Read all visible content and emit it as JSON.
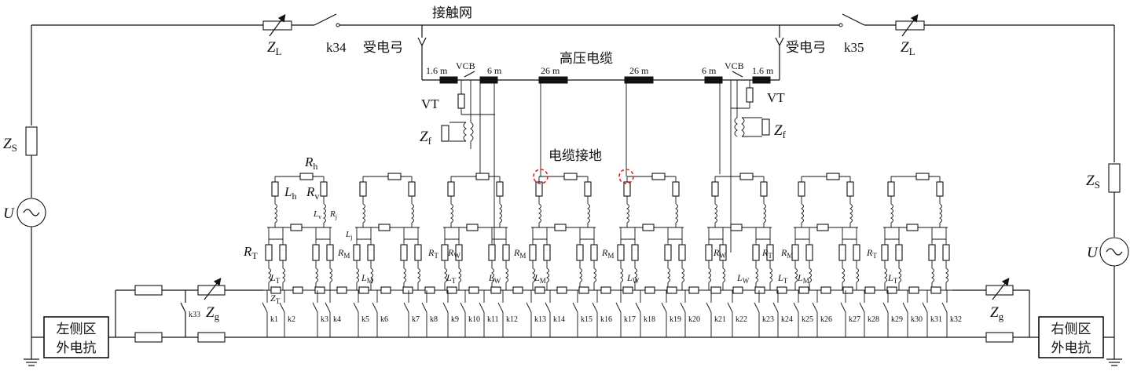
{
  "labels": {
    "catenary": "接触网",
    "hv_cable": "高压电缆",
    "cable_ground": "电缆接地",
    "pantograph_left": "受电弓",
    "pantograph_right": "受电弓",
    "switch_left": "k34",
    "switch_right": "k35",
    "vcb_left": "VCB",
    "vcb_right": "VCB",
    "vt_left": "VT",
    "vt_right": "VT",
    "len_1_6_left": "1.6 m",
    "len_6_left": "6 m",
    "len_26_left": "26 m",
    "len_26_right": "26 m",
    "len_6_right": "6 m",
    "len_1_6_right": "1.6 m",
    "left_box_l1": "左侧区",
    "left_box_l2": "外电抗",
    "right_box_l1": "右侧区",
    "right_box_l2": "外电抗",
    "k33": "k33"
  },
  "symbols": {
    "ZL": "Z",
    "ZL_sub": "L",
    "ZS": "Z",
    "ZS_sub": "S",
    "Zf": "Z",
    "Zf_sub": "f",
    "Zg": "Z",
    "Zg_sub": "g",
    "U": "U",
    "Rh": "R",
    "Rh_sub": "h",
    "Lh": "L",
    "Lh_sub": "h",
    "Rv": "R",
    "Rv_sub": "v",
    "Lv": "L",
    "Lv_sub": "v",
    "Rj": "R",
    "Rj_sub": "j",
    "Lj": "L",
    "Lj_sub": "j",
    "RT": "R",
    "RT_sub": "T",
    "RM": "R",
    "RM_sub": "M",
    "RW": "R",
    "RW_sub": "W",
    "LT": "L",
    "LT_sub": "T",
    "LM": "L",
    "LM_sub": "M",
    "LW": "L",
    "LW_sub": "W",
    "ZT": "Z",
    "ZT_sub": "T"
  },
  "grounding_switches": [
    "k1",
    "k2",
    "k3",
    "k4",
    "k5",
    "k6",
    "k7",
    "k8",
    "k9",
    "k10",
    "k11",
    "k12",
    "k13",
    "k14",
    "k15",
    "k16",
    "k17",
    "k18",
    "k19",
    "k20",
    "k21",
    "k22",
    "k23",
    "k24",
    "k25",
    "k26",
    "k27",
    "k28",
    "k29",
    "k30",
    "k31",
    "k32"
  ],
  "highlight_color": "#e02020"
}
